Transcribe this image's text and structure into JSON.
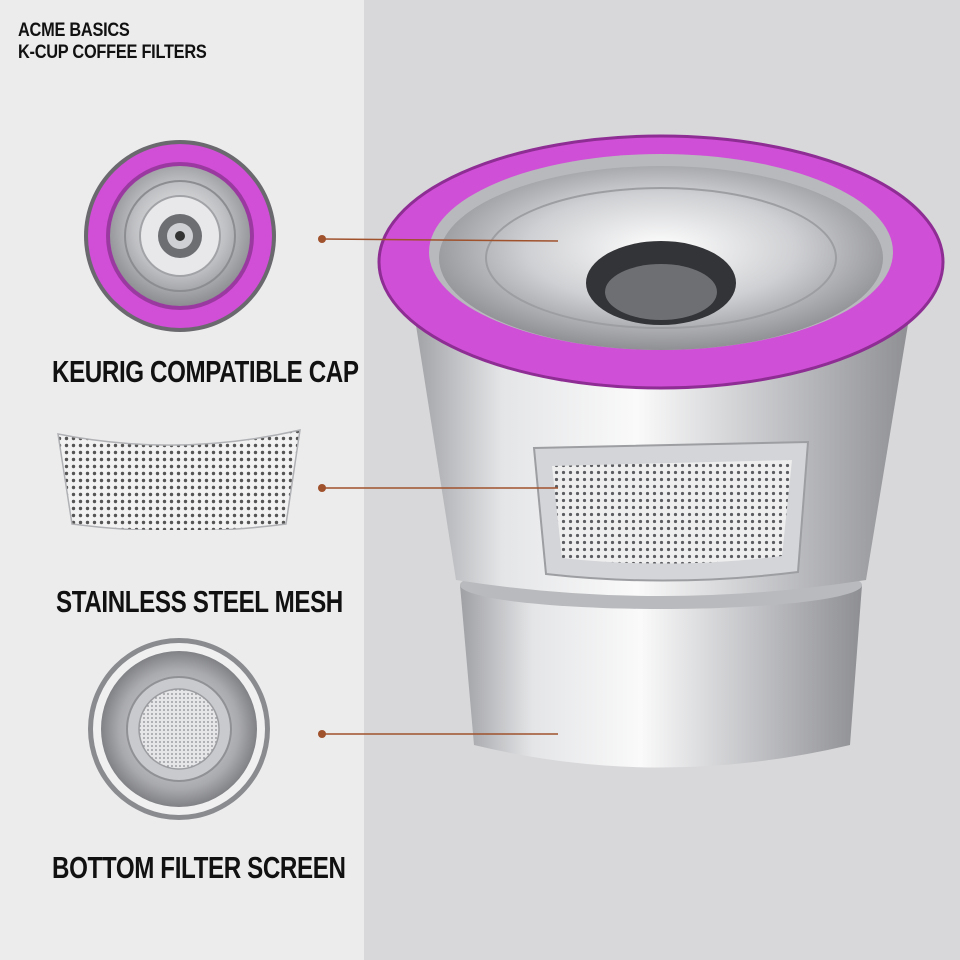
{
  "brand": {
    "line1": "ACME BASICS",
    "line2": "K-CUP COFFEE FILTERS"
  },
  "features": [
    {
      "label": "KEURIG COMPATIBLE CAP",
      "icon": "cap-top-view-icon"
    },
    {
      "label": "STAINLESS STEEL MESH",
      "icon": "mesh-panel-icon"
    },
    {
      "label": "BOTTOM FILTER SCREEN",
      "icon": "bottom-screen-icon"
    }
  ],
  "colors": {
    "accent_ring": "#d14ed6",
    "callout_line": "#a0522d",
    "steel": "#c8c9cc",
    "left_background": "#ececed",
    "right_background": "#d8d8da"
  }
}
